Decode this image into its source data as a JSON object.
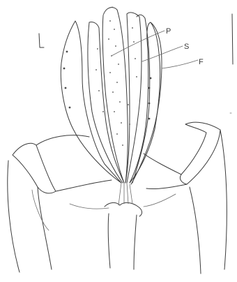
{
  "figure": {
    "labels": {
      "p": "P",
      "s": "S",
      "f": "F"
    },
    "ink_color": "#3a3a3a"
  }
}
